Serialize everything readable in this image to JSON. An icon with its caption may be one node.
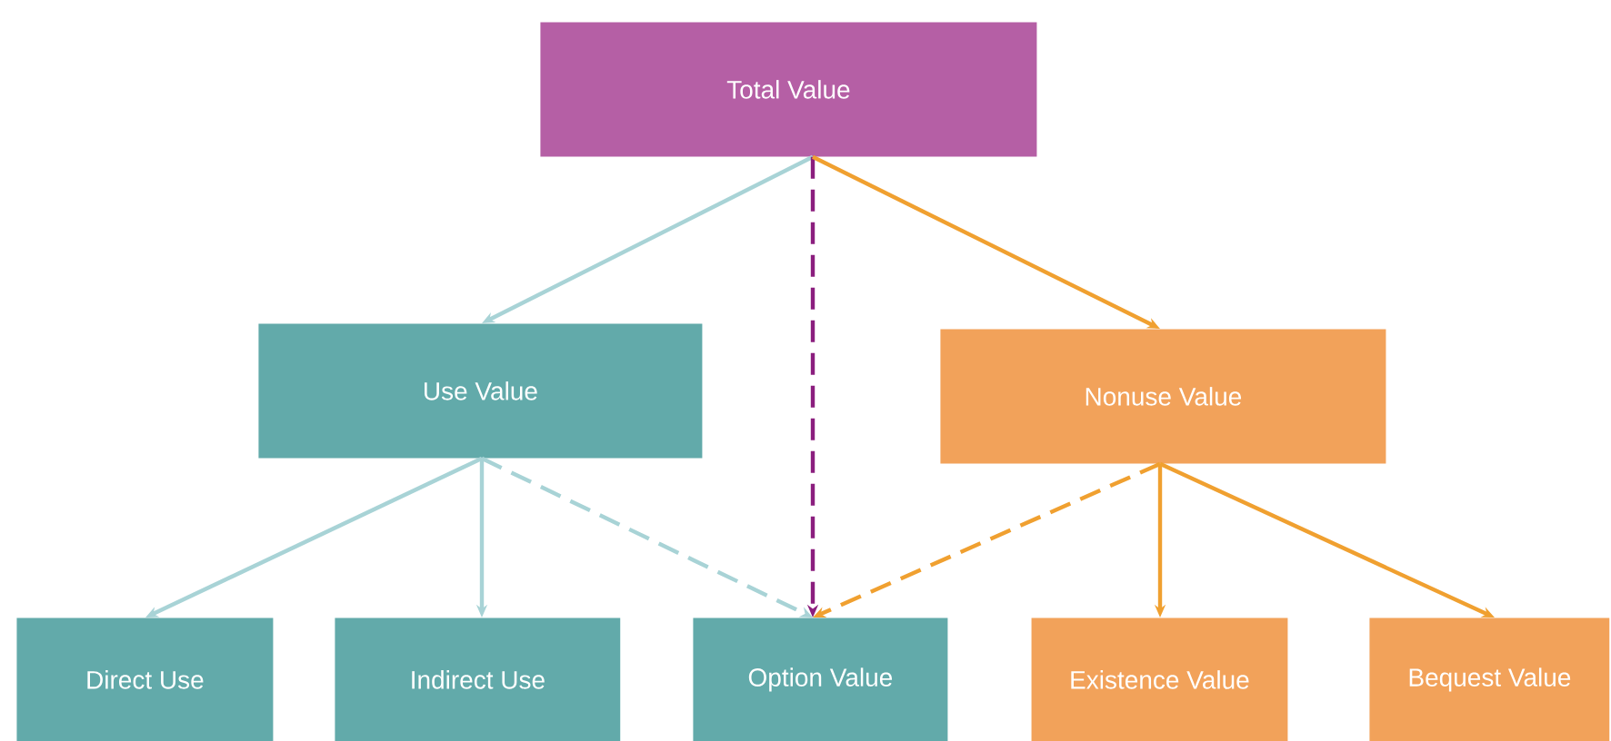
{
  "diagram": {
    "nodes": [
      {
        "text": [
          "Total Value"
        ]
      },
      {
        "text": [
          "Use Value"
        ]
      },
      {
        "text": [
          "Nonuse Value"
        ]
      },
      {
        "text": [
          "Direct Use"
        ]
      },
      {
        "text": [
          "Indirect Use"
        ]
      },
      {
        "text": [
          "Option Value"
        ]
      },
      {
        "text": [
          "Existence Value"
        ]
      },
      {
        "text": [
          "Bequest Value"
        ]
      }
    ],
    "edges": [
      {
        "from": 0,
        "to": 1,
        "arrow": "to"
      },
      {
        "from": 0,
        "to": 5,
        "arrow": "to",
        "style": "dashed",
        "color": "#8b1e7e"
      },
      {
        "from": 0,
        "to": 2,
        "arrow": "to",
        "color": "#f0a030"
      },
      {
        "from": 1,
        "to": 3,
        "arrow": "to"
      },
      {
        "from": 1,
        "to": 4,
        "arrow": "to"
      },
      {
        "from": 1,
        "to": 5,
        "arrow": "to",
        "style": "dashed"
      },
      {
        "from": 2,
        "to": 5,
        "arrow": "to",
        "style": "dashed",
        "color": "#f0a030"
      },
      {
        "from": 2,
        "to": 6,
        "arrow": "to",
        "color": "#f0a030"
      },
      {
        "from": 2,
        "to": 7,
        "arrow": "to",
        "color": "#f0a030"
      }
    ]
  }
}
